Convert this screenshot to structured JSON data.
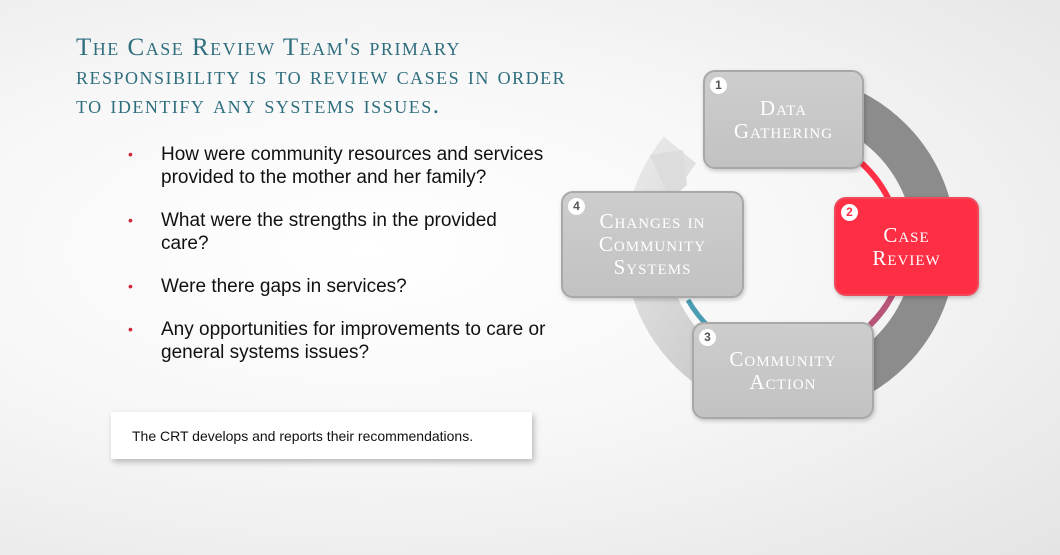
{
  "slide": {
    "title": "The Case Review Team's primary responsibility is to review cases in order to identify any systems issues.",
    "bullets": [
      "How were community resources and services provided to the mother and her family?",
      "What were the strengths in the provided care?",
      "Were there gaps in services?",
      "Any opportunities for improvements to care or general systems issues?"
    ],
    "bullet_symbol": "•",
    "callout": "The CRT develops and reports their recommendations."
  },
  "cycle": {
    "steps": [
      {
        "number": "1",
        "label": "Data Gathering"
      },
      {
        "number": "2",
        "label": "Case Review",
        "active": true
      },
      {
        "number": "3",
        "label": "Community Action"
      },
      {
        "number": "4",
        "label": "Changes in Community Systems"
      }
    ],
    "colors": {
      "active": "#fe2f44",
      "box": "#c8c8c8",
      "ring_dark": "#8c8c8c",
      "ring_light": "#d0d0d0"
    }
  }
}
